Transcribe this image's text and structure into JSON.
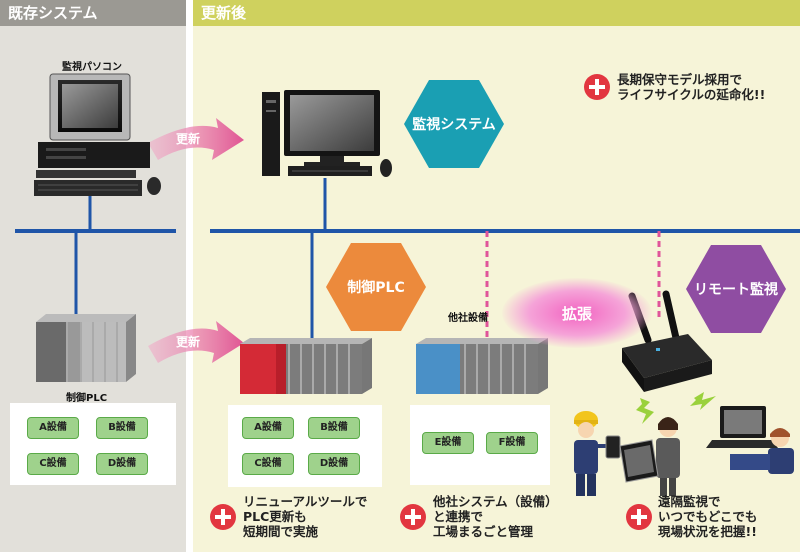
{
  "sections": {
    "existing": "既存システム",
    "updated": "更新後"
  },
  "labels": {
    "monitor_pc": "監視パソコン",
    "control_plc_old": "制御PLC",
    "other_company_equipment": "他社設備"
  },
  "arrows": {
    "update_top": "更新",
    "update_bottom": "更新"
  },
  "hexagons": {
    "monitoring_system": "監視システム",
    "control_plc": "制御PLC",
    "remote_monitoring": "リモート監視"
  },
  "expansion": "拡張",
  "equipment_old": [
    "A設備",
    "B設備",
    "C設備",
    "D設備"
  ],
  "equipment_new": [
    "A設備",
    "B設備",
    "C設備",
    "D設備"
  ],
  "equipment_other": [
    "E設備",
    "F設備"
  ],
  "benefits": {
    "lifecycle": [
      "長期保守モデル採用で",
      "ライフサイクルの延命化!!"
    ],
    "renewal": [
      "リニューアルツールで",
      "PLC更新も",
      "短期間で実施"
    ],
    "integration": [
      "他社システム（設備）",
      "と連携で",
      "工場まるごと管理"
    ],
    "remote": [
      "遠隔監視で",
      "いつでもどこでも",
      "現場状況を把握!!"
    ]
  },
  "colors": {
    "hex_teal": "#1a9fb3",
    "hex_orange": "#ec8a3c",
    "hex_purple": "#8f4da2",
    "network_blue": "#1f55a8",
    "plus_red": "#e23640",
    "plc_red": "#d42a36",
    "plc_blue": "#4a90c7"
  }
}
